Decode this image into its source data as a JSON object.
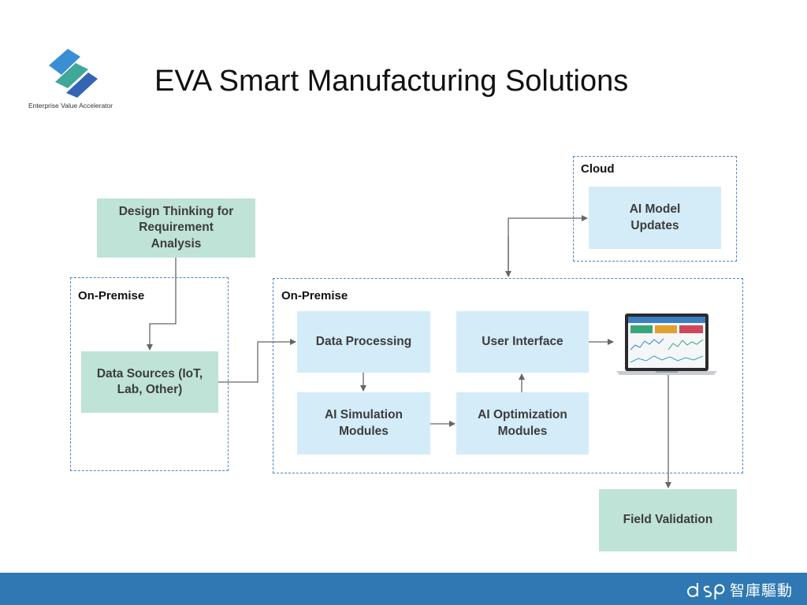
{
  "slide": {
    "title": "EVA Smart Manufacturing Solutions",
    "logo_caption": "Enterprise Value Accelerator"
  },
  "zones": {
    "cloud": "Cloud",
    "onprem_left": "On-Premise",
    "onprem_right": "On-Premise"
  },
  "nodes": {
    "design_thinking": "Design Thinking for Requirement Analysis",
    "data_sources": "Data Sources (IoT, Lab, Other)",
    "data_processing": "Data Processing",
    "ai_simulation": "AI Simulation Modules",
    "ai_optimization": "AI Optimization Modules",
    "user_interface": "User Interface",
    "ai_model_updates": "AI Model Updates",
    "field_validation": "Field Validation"
  },
  "footer": {
    "brand": "智庫驅動"
  },
  "colors": {
    "green_box": "#bfe3d6",
    "blue_box": "#d3ecf8",
    "dashed_border": "#4a86c5",
    "footer_bar": "#2f78b3",
    "arrow": "#666666"
  }
}
